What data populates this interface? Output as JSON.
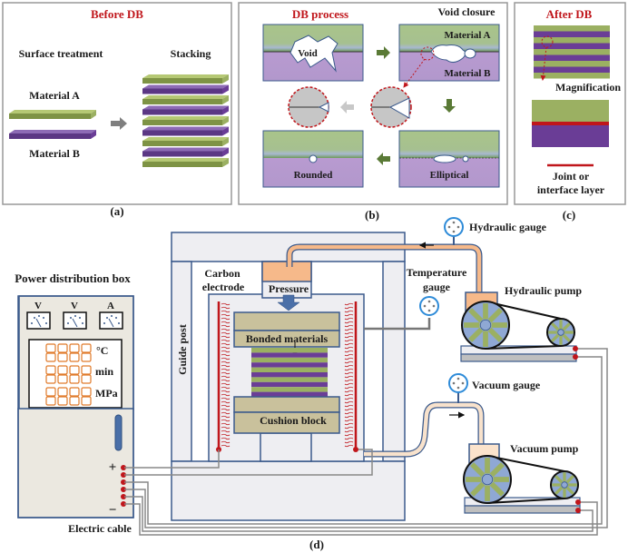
{
  "panel_a": {
    "title": "Before DB",
    "caption": "(a)",
    "surface_treatment": "Surface treatment",
    "stacking": "Stacking",
    "material_a": "Material A",
    "material_b": "Material B"
  },
  "panel_b": {
    "title": "DB process",
    "caption": "(b)",
    "void_closure": "Void closure",
    "void": "Void",
    "material_a": "Material A",
    "material_b": "Material B",
    "rounded": "Rounded",
    "elliptical": "Elliptical"
  },
  "panel_c": {
    "title": "After DB",
    "caption": "(c)",
    "magnification": "Magnification",
    "legend_line1": "Joint or",
    "legend_line2": "interface layer"
  },
  "panel_d": {
    "caption": "(d)",
    "power_box": "Power distribution box",
    "meters": [
      "V",
      "V",
      "A"
    ],
    "units": [
      "°C",
      "min",
      "MPa"
    ],
    "plus": "+",
    "minus": "−",
    "electric_cable": "Electric cable",
    "guide_post": "Guide post",
    "carbon_line1": "Carbon",
    "carbon_line2": "electrode",
    "pressure": "Pressure",
    "bonded_materials": "Bonded materials",
    "cushion_block": "Cushion block",
    "hydraulic_gauge": "Hydraulic gauge",
    "temperature_line1": "Temperature",
    "temperature_line2": "gauge",
    "hydraulic_pump": "Hydraulic pump",
    "vacuum_gauge": "Vacuum gauge",
    "vacuum_pump": "Vacuum pump"
  },
  "colors": {
    "material_a": "#9bb062",
    "material_b": "#6a3d96",
    "accent_red": "#c0161b",
    "frame_blue": "#3b5a8c",
    "pipe_orange": "#f6b98a"
  }
}
